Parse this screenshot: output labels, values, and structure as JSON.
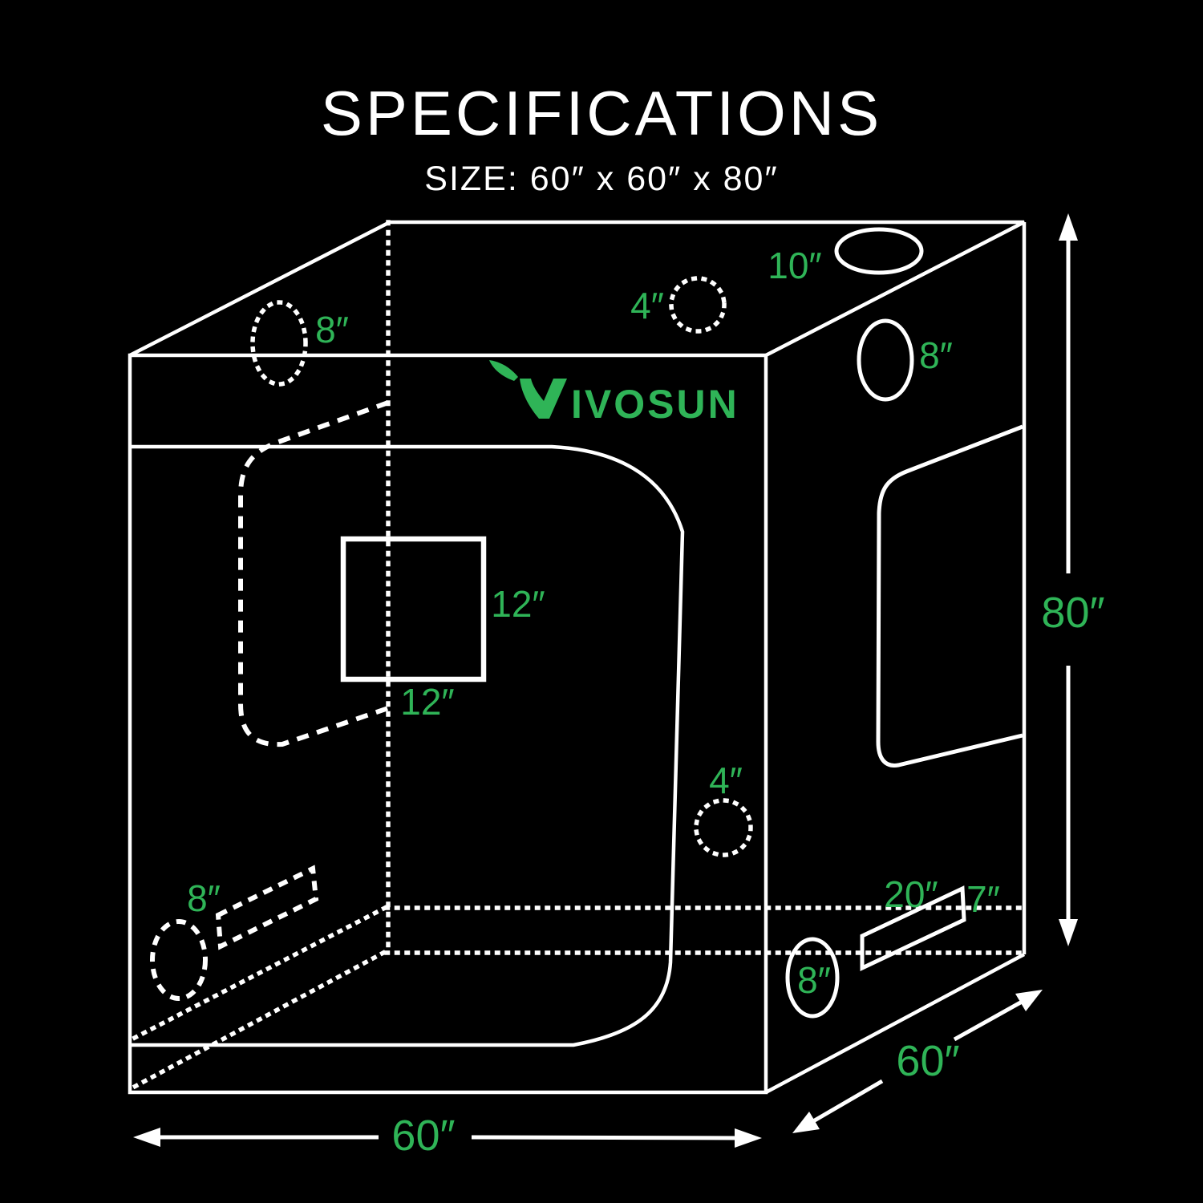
{
  "title": "SPECIFICATIONS",
  "subtitle": "SIZE: 60″ x 60″ x 80″",
  "brand": {
    "name": "VIVOSUN",
    "logo_rest": "IVOSUN"
  },
  "colors": {
    "background": "#000000",
    "line": "#ffffff",
    "green": "#2fb457"
  },
  "labels": {
    "top_duct": "10″",
    "top_cord_port": "4″",
    "top_left_duct": "8″",
    "right_duct": "8″",
    "front_cord_port": "4″",
    "window_height": "12″",
    "window_width": "12″",
    "vent_width": "20″",
    "vent_height": "7″",
    "right_bottom_duct": "8″",
    "left_duct_hidden": "8″",
    "height": "80″",
    "width": "60″",
    "depth": "60″"
  }
}
